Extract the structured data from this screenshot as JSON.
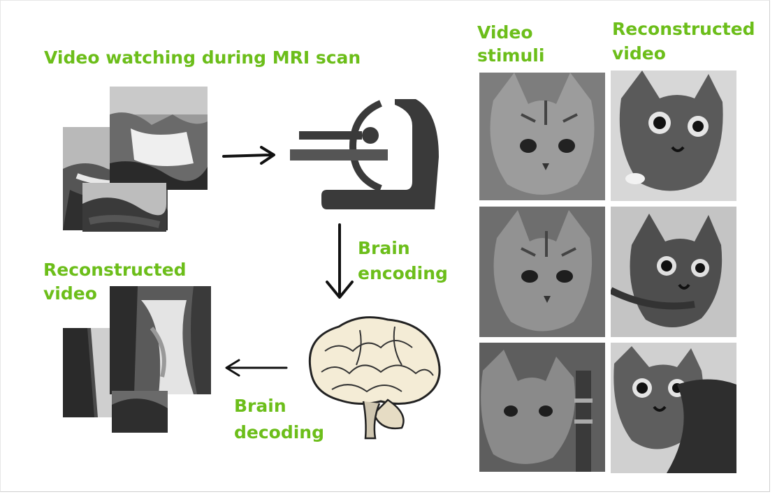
{
  "labels": {
    "mri_title": "Video watching during MRI scan",
    "video_stimuli": "Video\nstimuli",
    "reconstructed_top": "Reconstructed\nvideo",
    "reconstructed_left": "Reconstructed\nvideo",
    "brain_encoding": "Brain\nencoding",
    "brain_decoding": "Brain\ndecoding"
  },
  "colors": {
    "label_green": "#6cbe1a",
    "scanner_gray": "#3a3a3a",
    "arrow_black": "#111111"
  },
  "icons": {
    "scanner": "mri-scanner-icon",
    "brain": "brain-illustration",
    "arrow_right": "arrow-right-icon",
    "arrow_down": "arrow-down-icon",
    "arrow_left": "arrow-left-icon"
  }
}
